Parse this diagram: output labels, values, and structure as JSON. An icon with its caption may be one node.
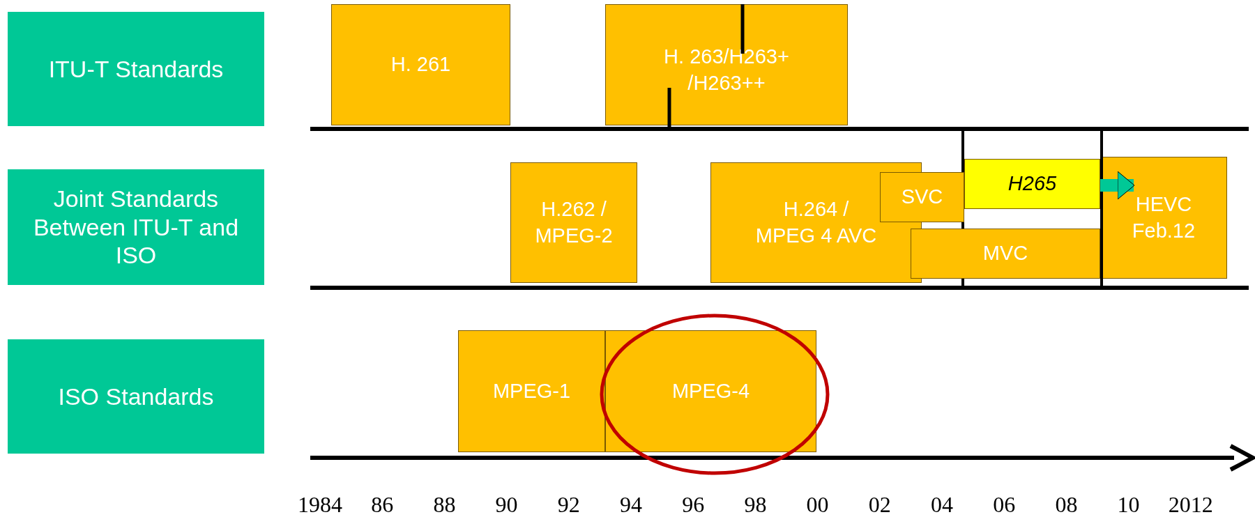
{
  "diagram": {
    "nodes": [
      {
        "text": [
          "ITU-T Standards"
        ]
      },
      {
        "text": [
          "Joint Standards Between ITU-T and ISO"
        ]
      },
      {
        "text": [
          "ISO Standards"
        ]
      },
      {
        "text": [
          "H. 261"
        ]
      },
      {
        "text": [
          "H. 263/H263+ /H263++"
        ]
      },
      {
        "text": [
          "H.262 / MPEG-2"
        ]
      },
      {
        "text": [
          "H.264 / MPEG 4 AVC"
        ]
      },
      {
        "text": [
          "SVC"
        ]
      },
      {
        "text": [
          "H265"
        ]
      },
      {
        "text": [
          "HEVC Feb.12"
        ]
      },
      {
        "text": [
          "MVC"
        ]
      },
      {
        "text": [
          "MPEG-1"
        ]
      },
      {
        "text": [
          "MPEG-4"
        ]
      }
    ],
    "edges": [
      {
        "from": 8,
        "to": 9,
        "arrow": "to",
        "color": "#00c896"
      }
    ],
    "labels": [
      "1984",
      "86",
      "88",
      "90",
      "92",
      "94",
      "96",
      "98",
      "00",
      "02",
      "04",
      "06",
      "08",
      "10",
      "2012"
    ]
  }
}
